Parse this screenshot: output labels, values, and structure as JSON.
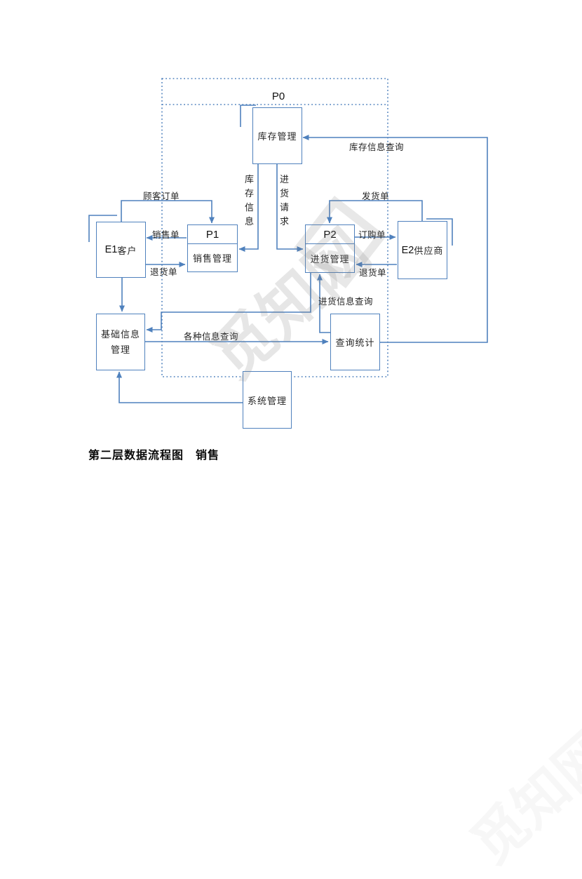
{
  "diagram": {
    "p0_label": "P0",
    "caption": "第二层数据流程图　销售",
    "watermark": "觅知网",
    "colors": {
      "line": "#4f81bd",
      "text": "#1f1f1f"
    },
    "boxes": {
      "kucun": "库存管理",
      "e1_id": "E1",
      "e1_name": "客户",
      "p1_id": "P1",
      "p1_name": "销售管理",
      "p2_id": "P2",
      "p2_name": "进货管理",
      "e2_id": "E2",
      "e2_name": "供应商",
      "jichu_line1": "基础信息",
      "jichu_line2": "管理",
      "chaxun": "查询统计",
      "xitong": "系统管理"
    },
    "flow_labels": {
      "kucun_xinxi_chaxun": "库存信息查询",
      "guke_dingdan": "顾客订单",
      "xiaoshou_dan": "销售单",
      "tuihuo_dan_left": "退货单",
      "kucun_xinxi": "库存信息",
      "jinhuo_qingqiu": "进货请求",
      "fahuo_dan": "发货单",
      "dinggou_dan": "订购单",
      "tuihuo_dan_right": "退货单",
      "jinhuo_xinxi_chaxun": "进货信息查询",
      "gezhong_xinxi_chaxun": "各种信息查询"
    }
  }
}
